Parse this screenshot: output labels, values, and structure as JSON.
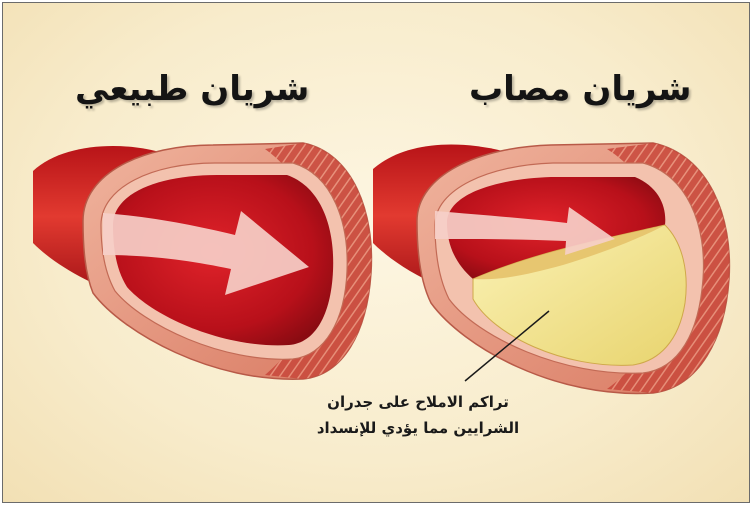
{
  "titles": {
    "normal": "شريان طبيعي",
    "diseased": "شريان مصاب"
  },
  "annotation": {
    "line1": "تراكم الاملاح على جدران",
    "line2": "الشرايين مما يؤدي للإنسداد"
  },
  "colors": {
    "background": "#f8eccc",
    "blood": "#c1121c",
    "wall": "#e9a08a",
    "plaque": "#f2e497",
    "arrow": "#f5c9c4"
  }
}
